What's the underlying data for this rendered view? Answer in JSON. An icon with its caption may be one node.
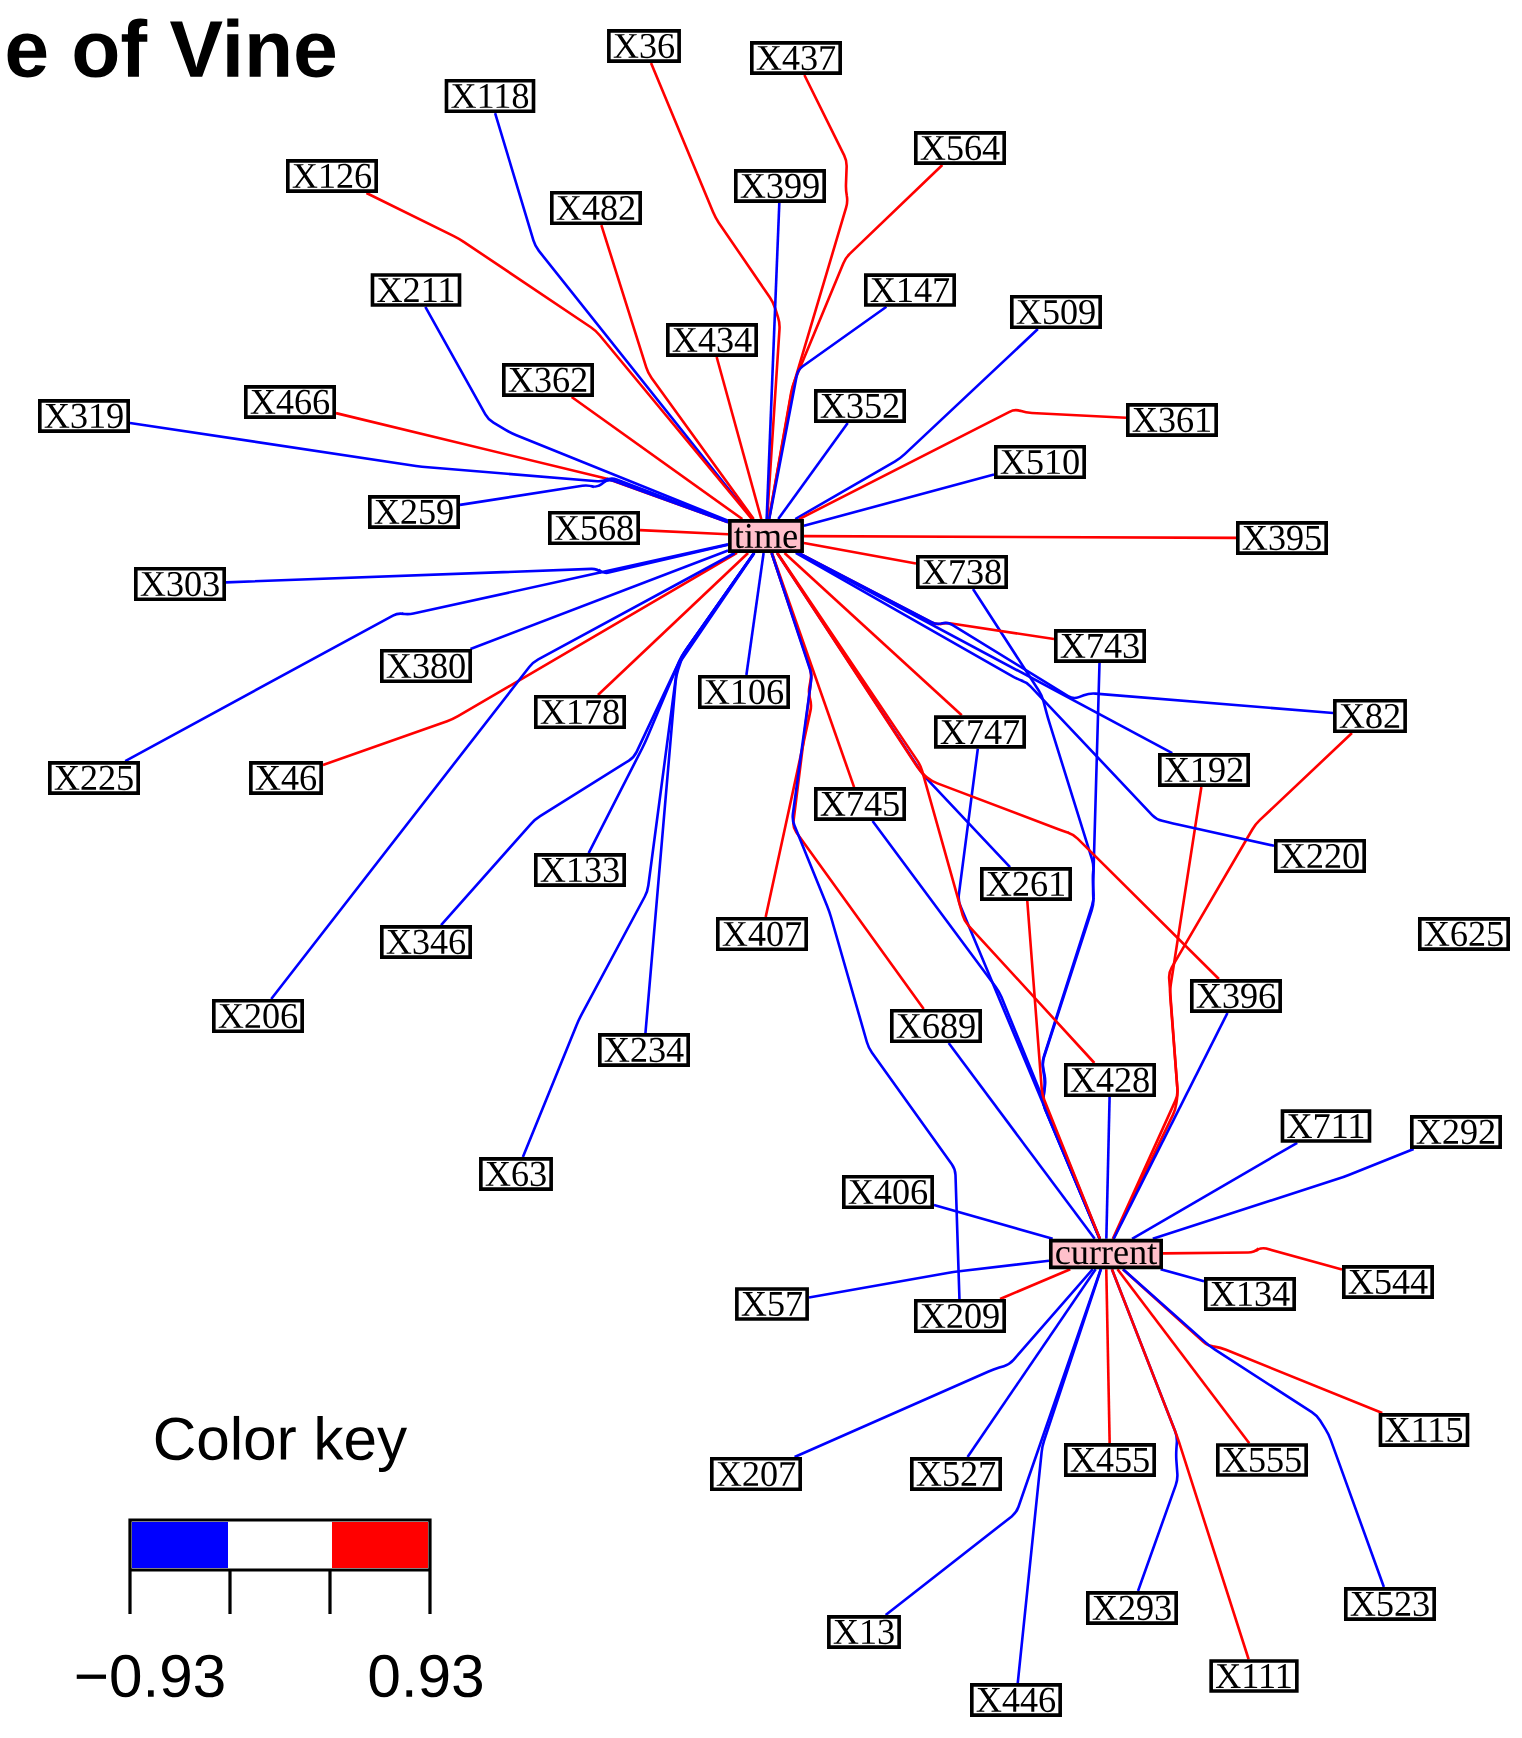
{
  "diagram": {
    "title": "e of Vine",
    "nodes": [
      {
        "text": [
          "X36"
        ]
      },
      {
        "text": [
          "X437"
        ]
      },
      {
        "text": [
          "X118"
        ]
      },
      {
        "text": [
          "X564"
        ]
      },
      {
        "text": [
          "X126"
        ]
      },
      {
        "text": [
          "X399"
        ]
      },
      {
        "text": [
          "X482"
        ]
      },
      {
        "text": [
          "X211"
        ]
      },
      {
        "text": [
          "X147"
        ]
      },
      {
        "text": [
          "X509"
        ]
      },
      {
        "text": [
          "X434"
        ]
      },
      {
        "text": [
          "X362"
        ]
      },
      {
        "text": [
          "X466"
        ]
      },
      {
        "text": [
          "X352"
        ]
      },
      {
        "text": [
          "X319"
        ]
      },
      {
        "text": [
          "X361"
        ]
      },
      {
        "text": [
          "X510"
        ]
      },
      {
        "text": [
          "X259"
        ]
      },
      {
        "text": [
          "X568"
        ]
      },
      {
        "text": [
          "time"
        ]
      },
      {
        "text": [
          "X395"
        ]
      },
      {
        "text": [
          "X738"
        ]
      },
      {
        "text": [
          "X303"
        ]
      },
      {
        "text": [
          "X743"
        ]
      },
      {
        "text": [
          "X380"
        ]
      },
      {
        "text": [
          "X106"
        ]
      },
      {
        "text": [
          "X178"
        ]
      },
      {
        "text": [
          "X82"
        ]
      },
      {
        "text": [
          "X747"
        ]
      },
      {
        "text": [
          "X192"
        ]
      },
      {
        "text": [
          "X225"
        ]
      },
      {
        "text": [
          "X46"
        ]
      },
      {
        "text": [
          "X745"
        ]
      },
      {
        "text": [
          "X220"
        ]
      },
      {
        "text": [
          "X133"
        ]
      },
      {
        "text": [
          "X261"
        ]
      },
      {
        "text": [
          "X407"
        ]
      },
      {
        "text": [
          "X625"
        ]
      },
      {
        "text": [
          "X346"
        ]
      },
      {
        "text": [
          "X396"
        ]
      },
      {
        "text": [
          "X206"
        ]
      },
      {
        "text": [
          "X689"
        ]
      },
      {
        "text": [
          "X234"
        ]
      },
      {
        "text": [
          "X428"
        ]
      },
      {
        "text": [
          "X711"
        ]
      },
      {
        "text": [
          "X292"
        ]
      },
      {
        "text": [
          "X63"
        ]
      },
      {
        "text": [
          "X406"
        ]
      },
      {
        "text": [
          "current"
        ]
      },
      {
        "text": [
          "X544"
        ]
      },
      {
        "text": [
          "X134"
        ]
      },
      {
        "text": [
          "X57"
        ]
      },
      {
        "text": [
          "X209"
        ]
      },
      {
        "text": [
          "X115"
        ]
      },
      {
        "text": [
          "X207"
        ]
      },
      {
        "text": [
          "X527"
        ]
      },
      {
        "text": [
          "X455"
        ]
      },
      {
        "text": [
          "X555"
        ]
      },
      {
        "text": [
          "X293"
        ]
      },
      {
        "text": [
          "X523"
        ]
      },
      {
        "text": [
          "X13"
        ]
      },
      {
        "text": [
          "X111"
        ]
      },
      {
        "text": [
          "X446"
        ]
      }
    ],
    "edges": [
      {
        "from": 0,
        "to": 19,
        "arrow": "none",
        "color": "#ff0000"
      },
      {
        "from": 1,
        "to": 19,
        "arrow": "none",
        "color": "#ff0000"
      },
      {
        "from": 2,
        "to": 19,
        "arrow": "none"
      },
      {
        "from": 3,
        "to": 19,
        "arrow": "none",
        "color": "#ff0000"
      },
      {
        "from": 4,
        "to": 19,
        "arrow": "none",
        "color": "#ff0000"
      },
      {
        "from": 5,
        "to": 19,
        "arrow": "none"
      },
      {
        "from": 6,
        "to": 19,
        "arrow": "none",
        "color": "#ff0000"
      },
      {
        "from": 7,
        "to": 19,
        "arrow": "none"
      },
      {
        "from": 8,
        "to": 19,
        "arrow": "none"
      },
      {
        "from": 9,
        "to": 19,
        "arrow": "none"
      },
      {
        "from": 10,
        "to": 19,
        "arrow": "none",
        "color": "#ff0000"
      },
      {
        "from": 11,
        "to": 19,
        "arrow": "none",
        "color": "#ff0000"
      },
      {
        "from": 12,
        "to": 19,
        "arrow": "none",
        "color": "#ff0000"
      },
      {
        "from": 13,
        "to": 19,
        "arrow": "none"
      },
      {
        "from": 14,
        "to": 19,
        "arrow": "none"
      },
      {
        "from": 15,
        "to": 19,
        "arrow": "none",
        "color": "#ff0000"
      },
      {
        "from": 16,
        "to": 19,
        "arrow": "none"
      },
      {
        "from": 17,
        "to": 19,
        "arrow": "none"
      },
      {
        "from": 18,
        "to": 19,
        "arrow": "none",
        "color": "#ff0000"
      },
      {
        "from": 20,
        "to": 19,
        "arrow": "none",
        "color": "#ff0000"
      },
      {
        "from": 21,
        "to": 19,
        "arrow": "none",
        "color": "#ff0000"
      },
      {
        "from": 21,
        "to": 48,
        "arrow": "none"
      },
      {
        "from": 22,
        "to": 19,
        "arrow": "none"
      },
      {
        "from": 23,
        "to": 19,
        "arrow": "none",
        "color": "#ff0000"
      },
      {
        "from": 23,
        "to": 48,
        "arrow": "none"
      },
      {
        "from": 24,
        "to": 19,
        "arrow": "none"
      },
      {
        "from": 25,
        "to": 19,
        "arrow": "none"
      },
      {
        "from": 26,
        "to": 19,
        "arrow": "none",
        "color": "#ff0000"
      },
      {
        "from": 27,
        "to": 19,
        "arrow": "none"
      },
      {
        "from": 27,
        "to": 48,
        "arrow": "none",
        "color": "#ff0000"
      },
      {
        "from": 28,
        "to": 19,
        "arrow": "none",
        "color": "#ff0000"
      },
      {
        "from": 28,
        "to": 48,
        "arrow": "none"
      },
      {
        "from": 29,
        "to": 19,
        "arrow": "none"
      },
      {
        "from": 29,
        "to": 48,
        "arrow": "none",
        "color": "#ff0000"
      },
      {
        "from": 30,
        "to": 19,
        "arrow": "none"
      },
      {
        "from": 31,
        "to": 19,
        "arrow": "none",
        "color": "#ff0000"
      },
      {
        "from": 32,
        "to": 19,
        "arrow": "none",
        "color": "#ff0000"
      },
      {
        "from": 32,
        "to": 48,
        "arrow": "none"
      },
      {
        "from": 33,
        "to": 19,
        "arrow": "none"
      },
      {
        "from": 34,
        "to": 19,
        "arrow": "none"
      },
      {
        "from": 35,
        "to": 19,
        "arrow": "none"
      },
      {
        "from": 35,
        "to": 48,
        "arrow": "none",
        "color": "#ff0000"
      },
      {
        "from": 36,
        "to": 19,
        "arrow": "none",
        "color": "#ff0000"
      },
      {
        "from": 38,
        "to": 19,
        "arrow": "none"
      },
      {
        "from": 39,
        "to": 19,
        "arrow": "none",
        "color": "#ff0000"
      },
      {
        "from": 39,
        "to": 48,
        "arrow": "none"
      },
      {
        "from": 40,
        "to": 19,
        "arrow": "none"
      },
      {
        "from": 41,
        "to": 19,
        "arrow": "none",
        "color": "#ff0000"
      },
      {
        "from": 41,
        "to": 48,
        "arrow": "none"
      },
      {
        "from": 42,
        "to": 19,
        "arrow": "none"
      },
      {
        "from": 43,
        "to": 19,
        "arrow": "none",
        "color": "#ff0000"
      },
      {
        "from": 43,
        "to": 48,
        "arrow": "none"
      },
      {
        "from": 44,
        "to": 48,
        "arrow": "none"
      },
      {
        "from": 45,
        "to": 48,
        "arrow": "none"
      },
      {
        "from": 46,
        "to": 19,
        "arrow": "none"
      },
      {
        "from": 47,
        "to": 48,
        "arrow": "none"
      },
      {
        "from": 49,
        "to": 48,
        "arrow": "none",
        "color": "#ff0000"
      },
      {
        "from": 50,
        "to": 48,
        "arrow": "none"
      },
      {
        "from": 51,
        "to": 48,
        "arrow": "none"
      },
      {
        "from": 52,
        "to": 19,
        "arrow": "none"
      },
      {
        "from": 52,
        "to": 48,
        "arrow": "none",
        "color": "#ff0000"
      },
      {
        "from": 53,
        "to": 48,
        "arrow": "none",
        "color": "#ff0000"
      },
      {
        "from": 54,
        "to": 48,
        "arrow": "none"
      },
      {
        "from": 55,
        "to": 48,
        "arrow": "none"
      },
      {
        "from": 56,
        "to": 48,
        "arrow": "none",
        "color": "#ff0000"
      },
      {
        "from": 57,
        "to": 48,
        "arrow": "none",
        "color": "#ff0000"
      },
      {
        "from": 58,
        "to": 48,
        "arrow": "none"
      },
      {
        "from": 59,
        "to": 48,
        "arrow": "none"
      },
      {
        "from": 60,
        "to": 48,
        "arrow": "none"
      },
      {
        "from": 61,
        "to": 48,
        "arrow": "none",
        "color": "#ff0000"
      },
      {
        "from": 62,
        "to": 48,
        "arrow": "none"
      }
    ],
    "labels": [
      "Color key"
    ],
    "legend": [
      {
        "text": "−0.93",
        "color": "#0000ff"
      },
      {
        "text": "0.93",
        "color": "#ff0000"
      }
    ]
  }
}
